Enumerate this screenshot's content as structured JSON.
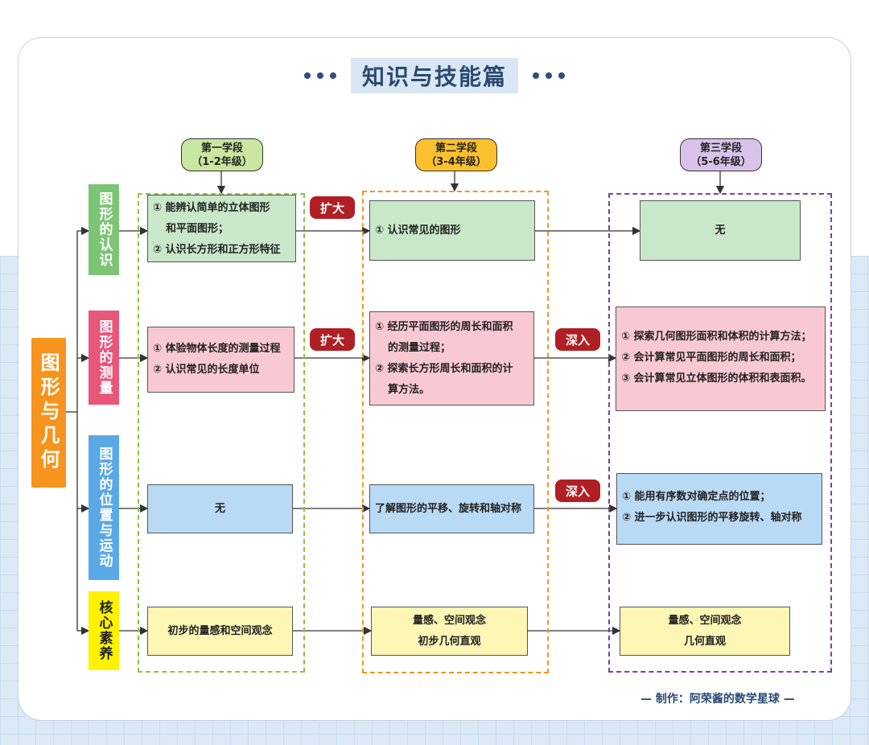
{
  "title": "知识与技能篇",
  "main_topic": "图形与几何",
  "stages": [
    {
      "line1": "第一学段",
      "line2": "（1-2年级）",
      "color": "#c8e6a0",
      "dash_color": "#8cc63f"
    },
    {
      "line1": "第二学段",
      "line2": "（3-4年级）",
      "color": "#fbc02d",
      "dash_color": "#f7941d"
    },
    {
      "line1": "第三学段",
      "line2": "（5-6年级）",
      "color": "#d9c2ea",
      "dash_color": "#7e3fa8"
    }
  ],
  "categories": [
    {
      "label": "图形的认识",
      "color": "#7cc576"
    },
    {
      "label": "图形的测量",
      "color": "#e8567a"
    },
    {
      "label": "图形的位置与运动",
      "color": "#5aa9e6"
    },
    {
      "label": "核心素养",
      "color": "#fff200",
      "text_color": "#222222"
    }
  ],
  "rows": {
    "recognition": {
      "s1": [
        "① 能辨认简单的立体图形",
        "和平面图形；",
        "② 认识长方形和正方形特征"
      ],
      "s2": [
        "① 认识常见的图形"
      ],
      "s3": [
        "无"
      ],
      "badge1": "扩大",
      "fill": "#c9e8c9"
    },
    "measurement": {
      "s1": [
        "① 体验物体长度的测量过程",
        "② 认识常见的长度单位"
      ],
      "s2": [
        "① 经历平面图形的周长和面积",
        "的测量过程；",
        "② 探索长方形周长和面积的计",
        "算方法。"
      ],
      "s3": [
        "① 探索几何图形面积和体积的计算方法；",
        "② 会计算常见平面图形的周长和面积；",
        "③ 会计算常见立体图形的体积和表面积。"
      ],
      "badge1": "扩大",
      "badge2": "深入",
      "fill": "#f9c9d3"
    },
    "position": {
      "s1": [
        "无"
      ],
      "s2": [
        "了解图形的平移、旋转和轴对称"
      ],
      "s3": [
        "① 能用有序数对确定点的位置；",
        "② 进一步认识图形的平移旋转、轴对称"
      ],
      "badge2": "深入",
      "fill": "#b9daf5"
    },
    "literacy": {
      "s1": [
        "初步的量感和空间观念"
      ],
      "s2": [
        "量感、空间观念",
        "初步几何直观"
      ],
      "s3": [
        "量感、空间观念",
        "几何直观"
      ],
      "fill": "#fdf6b4"
    }
  },
  "credit": "— 制作：阿荣酱的数学星球 —"
}
